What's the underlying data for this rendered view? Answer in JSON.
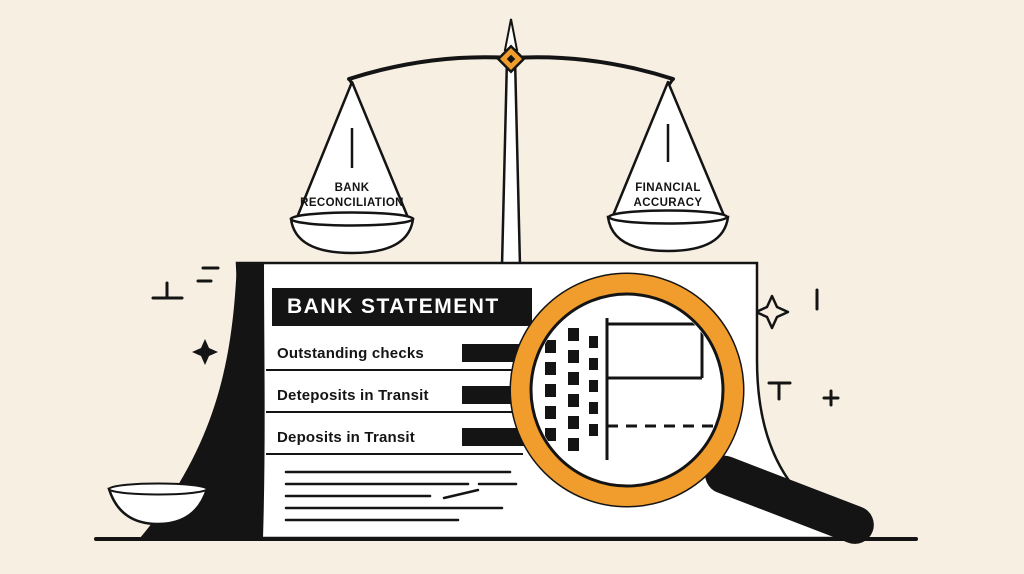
{
  "palette": {
    "background": "#f6efe2",
    "ink": "#141414",
    "accent": "#f09d2d",
    "paper": "#ffffff"
  },
  "scale": {
    "left_pan": {
      "line1": "BANK",
      "line2": "RECONCILIATION"
    },
    "right_pan": {
      "line1": "FINANCIAL",
      "line2": "ACCURACY"
    }
  },
  "document": {
    "title": "BANK STATEMENT",
    "rows": [
      {
        "label": "Outstanding checks"
      },
      {
        "label": "Deteposits in Transit"
      },
      {
        "label": "Deposits in Transit"
      }
    ]
  },
  "icons": {
    "scale": "balance-scale-icon",
    "magnifier": "magnifying-glass-icon",
    "sparkles": "four-point-star-icon",
    "ornament": "diamond-ornament-icon"
  }
}
